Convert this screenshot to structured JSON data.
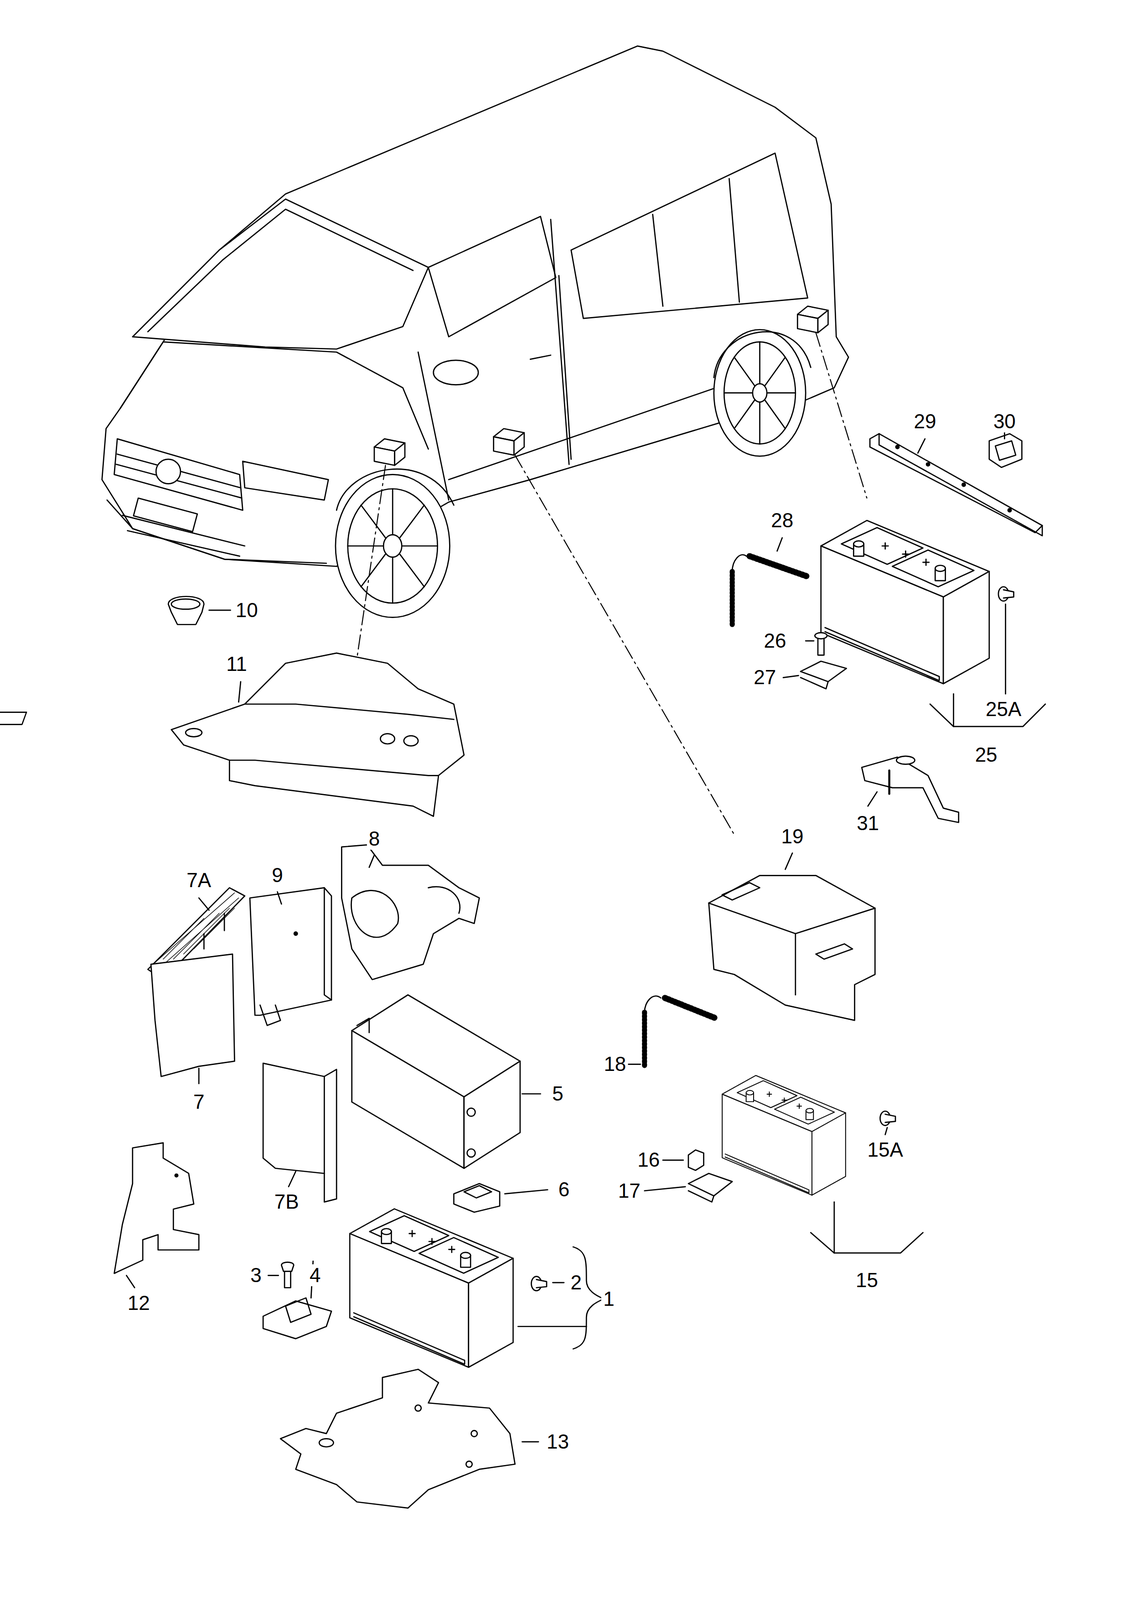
{
  "diagram": {
    "labels": [
      "10",
      "11",
      "29",
      "30",
      "28",
      "26",
      "27",
      "25A",
      "25",
      "31",
      "8",
      "7A",
      "9",
      "19",
      "5",
      "18",
      "7",
      "16",
      "6",
      "17",
      "15A",
      "7B",
      "15",
      "12",
      "3",
      "4",
      "2",
      "1",
      "13"
    ]
  }
}
